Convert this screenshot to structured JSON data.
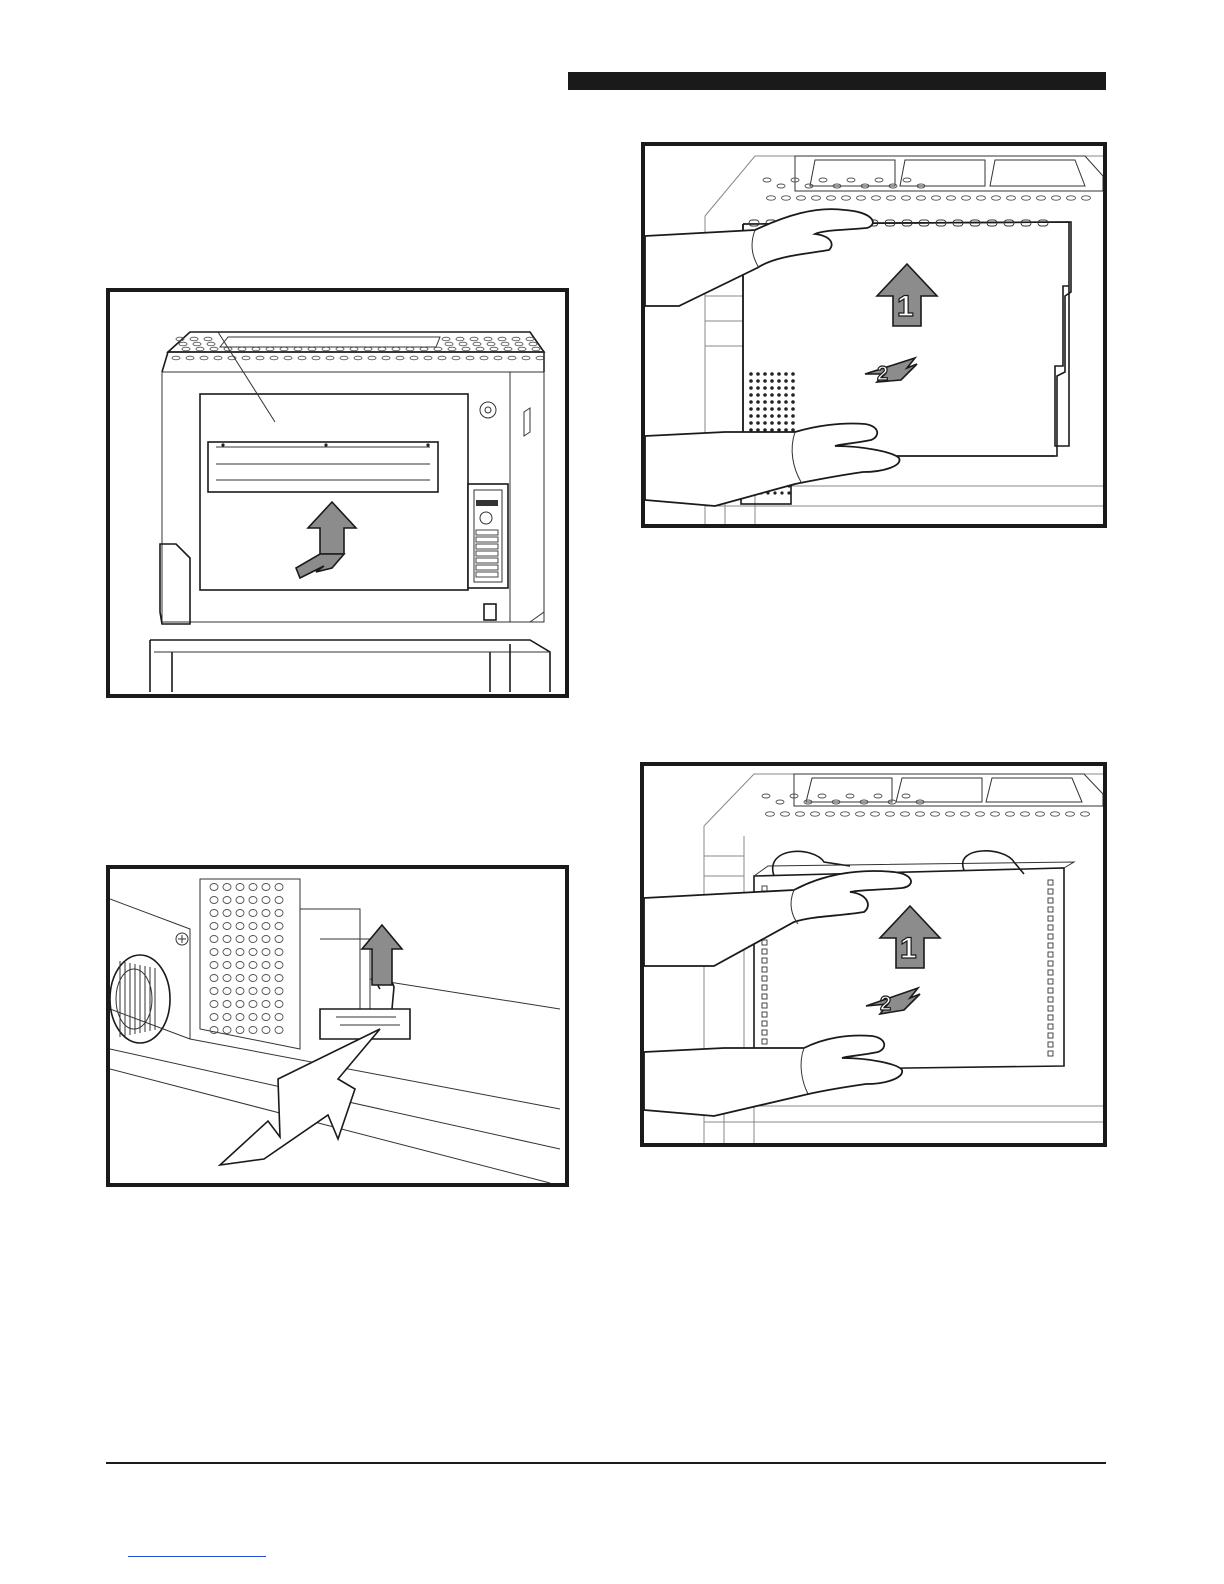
{
  "header": {
    "bar_color": "#1a1a1a"
  },
  "figures": [
    {
      "id": "oven-front-cover",
      "description_icon": "arrow-up-and-out-icon"
    },
    {
      "id": "clip-release",
      "description_icon": "pointer-arrow-icon"
    },
    {
      "id": "lift-panel-step",
      "steps": [
        "1",
        "2"
      ]
    },
    {
      "id": "lift-element-step",
      "steps": [
        "1",
        "2"
      ]
    }
  ],
  "footer": {
    "rule_color": "#1a1a1a",
    "link_color": "#2b4fd8"
  }
}
